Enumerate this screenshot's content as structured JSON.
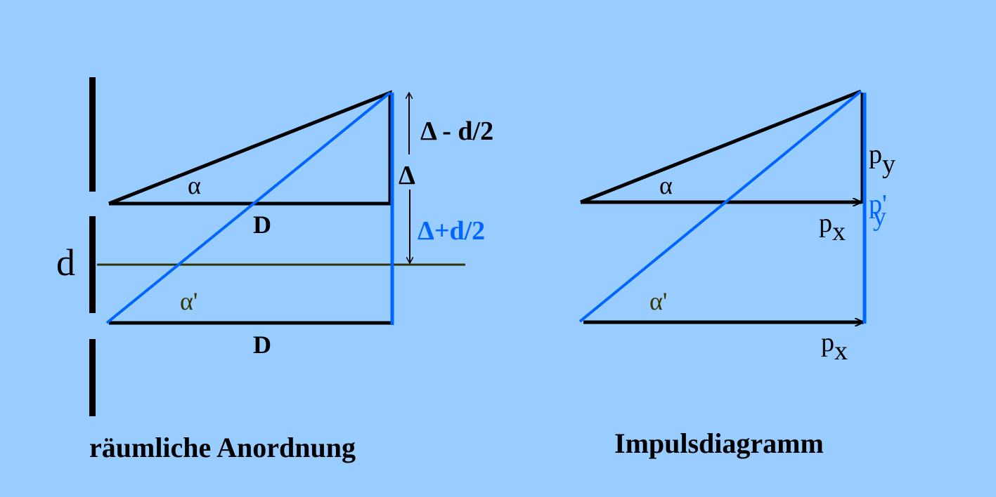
{
  "colors": {
    "background": "#99ccff",
    "black": "#000000",
    "blue": "#0066ff",
    "olive": "#333300"
  },
  "left": {
    "title": "räumliche Anordnung",
    "alpha": "α",
    "alpha_prime": "α'",
    "D_upper": "D",
    "D_lower": "D",
    "d": "d",
    "delta_minus": "Δ - d/2",
    "delta": "Δ",
    "delta_plus": "Δ+d/2"
  },
  "right": {
    "title": "Impulsdiagramm",
    "alpha": "α",
    "alpha_prime": "α'",
    "p": "p",
    "py_sub": "y",
    "py_prime_p": "p'",
    "py_prime_sub": "y",
    "px_upper_p": "p",
    "px_upper_sub": "x",
    "px_lower_p": "p",
    "px_lower_sub": "x"
  }
}
